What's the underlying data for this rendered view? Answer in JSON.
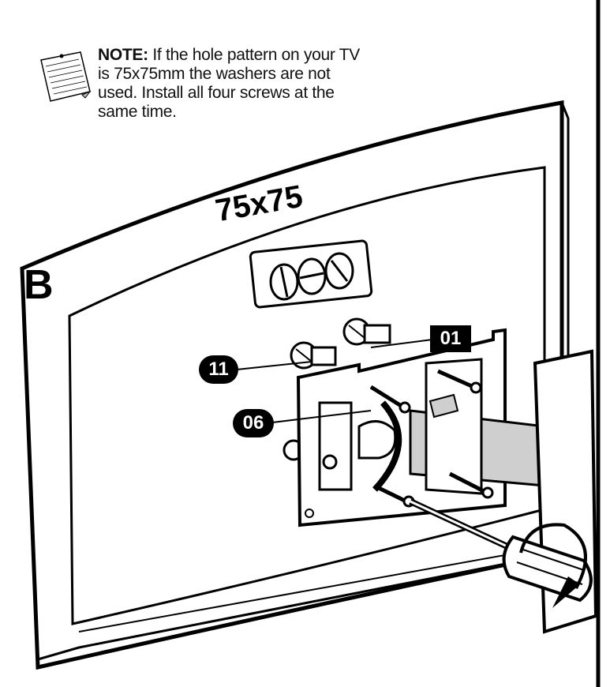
{
  "note": {
    "heading": "NOTE:",
    "body": " If the hole pattern on your TV is 75x75mm the washers are not used. Install all four screws at the same time."
  },
  "diagram": {
    "step_letter": "B",
    "hole_pattern_label": "75x75",
    "callouts": {
      "washer_part": "11",
      "screw_part": "06",
      "plate_part": "01"
    },
    "icons": [
      "note-icon",
      "screwdriver-icon",
      "rotation-arrow-icon",
      "screw-icon",
      "washer-icon"
    ],
    "colors": {
      "ink": "#000000",
      "paper": "#ffffff",
      "shade": "#cfcfcf"
    }
  }
}
